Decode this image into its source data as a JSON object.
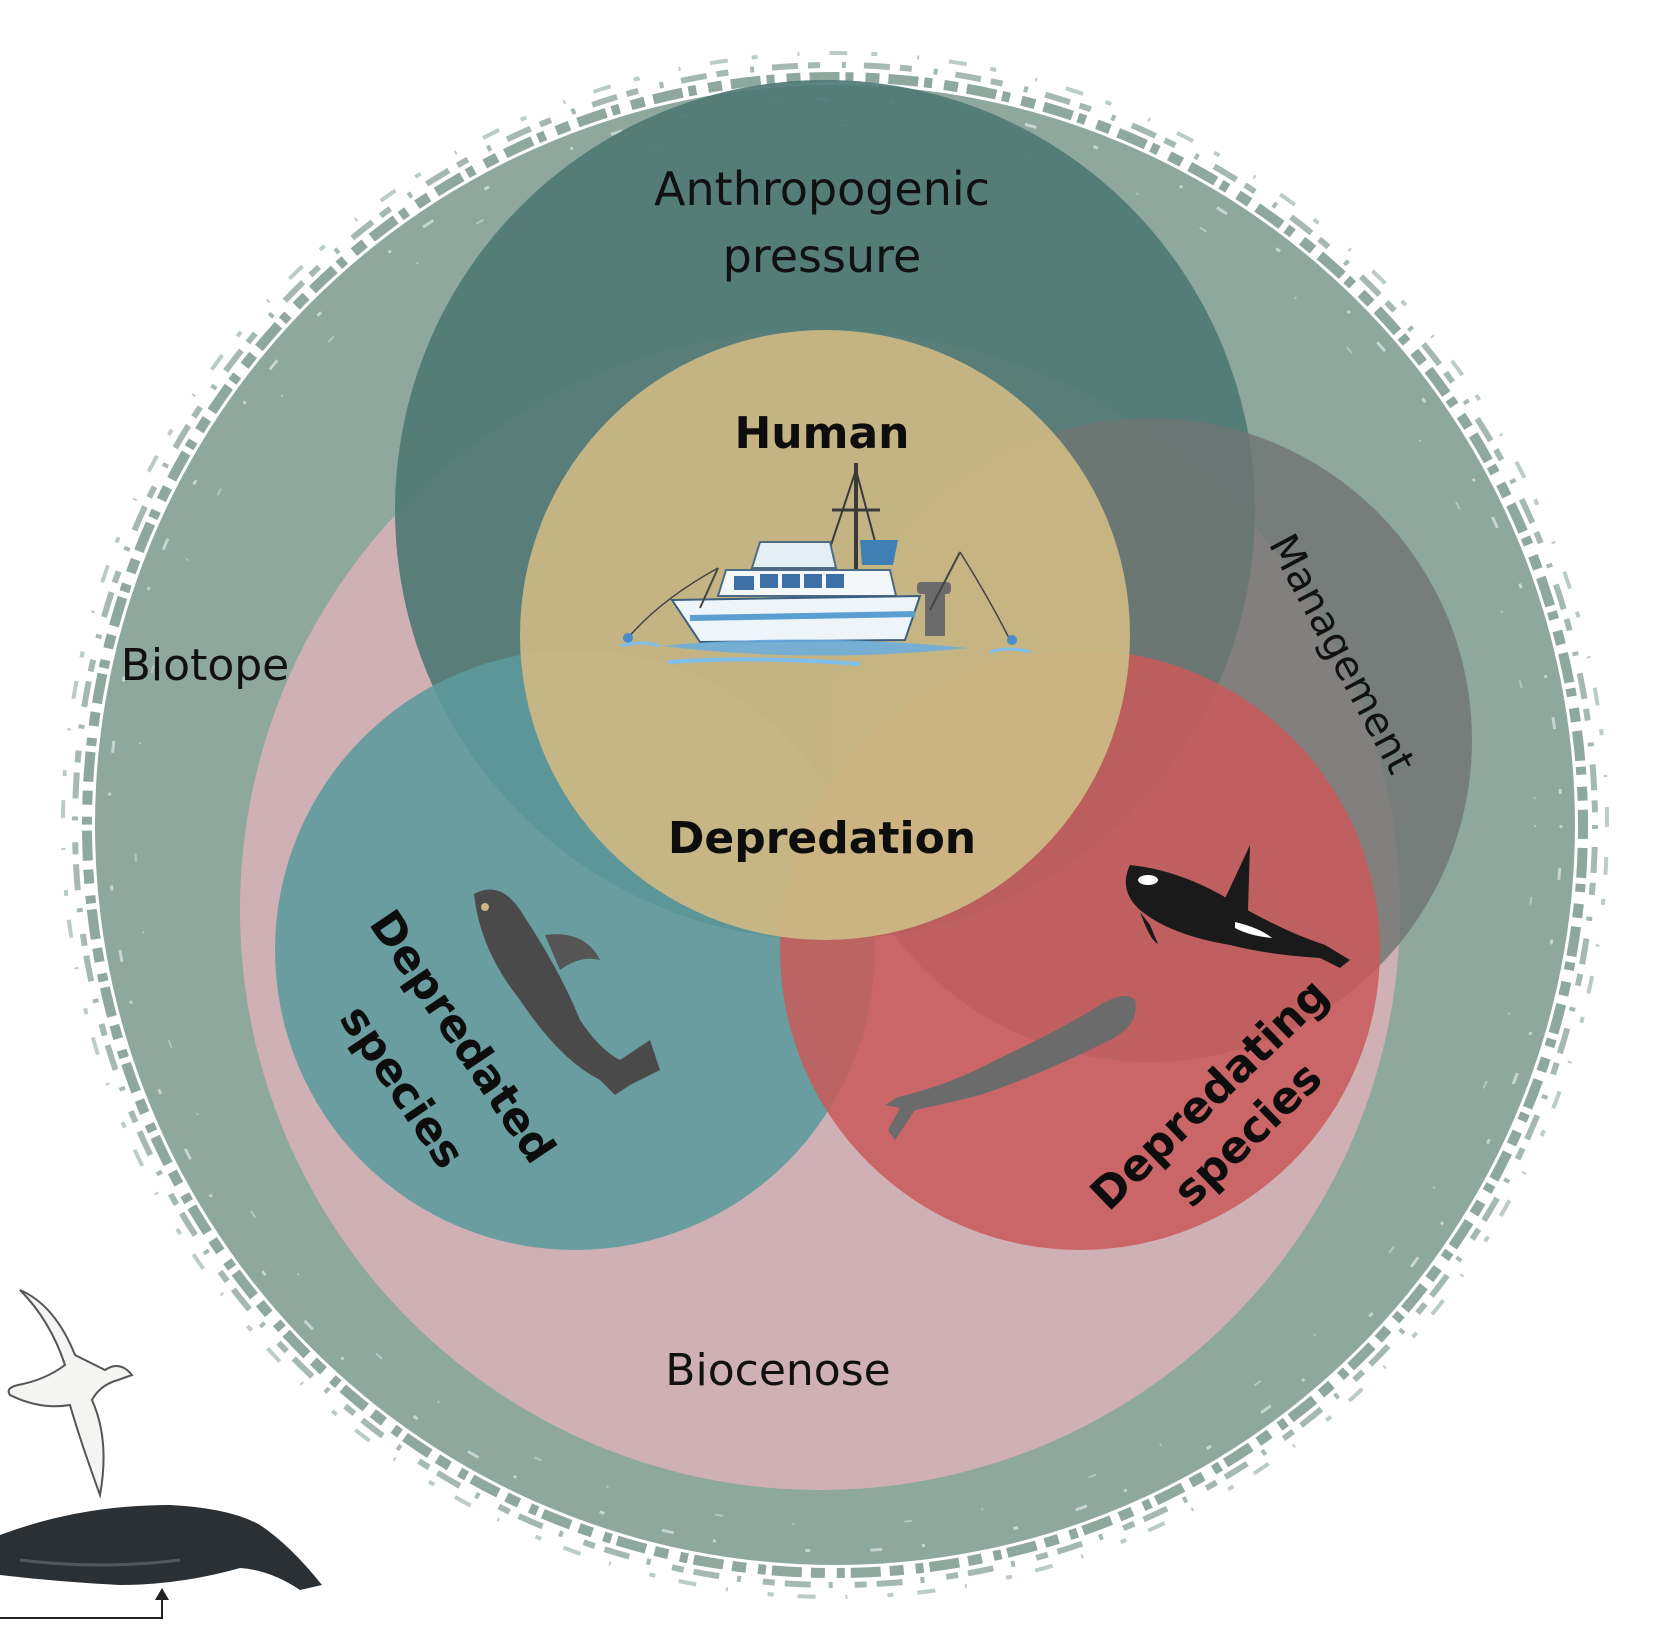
{
  "diagram": {
    "labels": {
      "biotope": "Biotope",
      "anthropogenic_line1": "Anthropogenic",
      "anthropogenic_line2": "pressure",
      "human": "Human",
      "depredation": "Depredation",
      "management": "Management",
      "depredated_line1": "Depredated",
      "depredated_line2": "species",
      "depredating_line1": "Depredating",
      "depredating_line2": "species",
      "biocenose": "Biocenose"
    },
    "colors": {
      "biotope_ring": "#8ea89e",
      "anthropogenic": "#4f7a75",
      "human": "#cbb784",
      "management": "#7a7d7a",
      "depredated": "#5c9a9c",
      "depredating": "#c95a5a",
      "biocenose": "#d3b1b6",
      "illustration_dark": "#4a4a4a"
    },
    "icons": [
      "fishing-boat-icon",
      "grouper-fish-icon",
      "orca-icon",
      "sperm-whale-icon",
      "albatross-icon",
      "right-whale-icon"
    ]
  }
}
